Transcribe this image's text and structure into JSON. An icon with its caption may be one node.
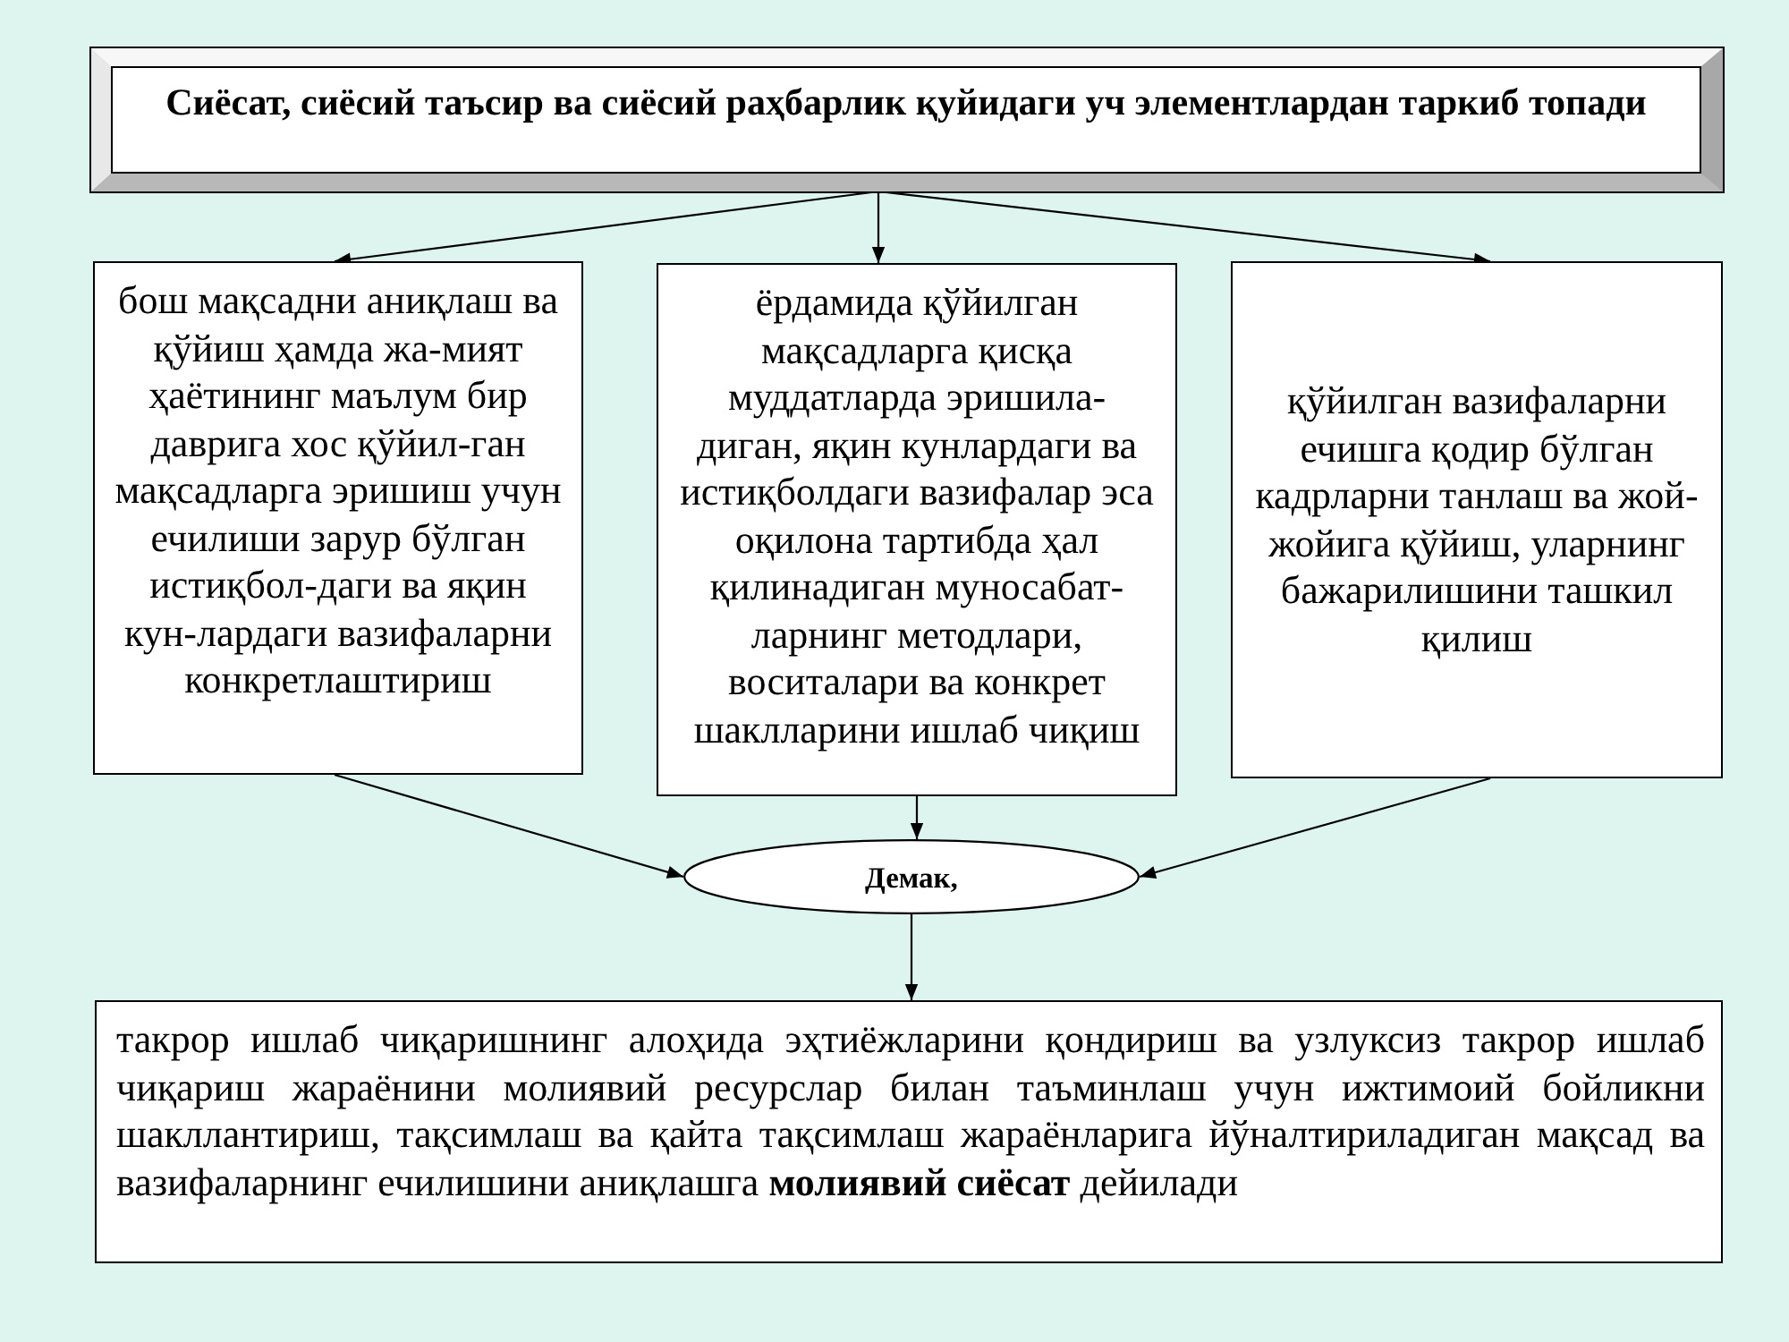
{
  "diagram": {
    "nodes": [
      {
        "text": [
          "Сиёсат, сиёсий таъсир ва сиёсий раҳбарлик қуйидаги уч элементлардан таркиб топади"
        ]
      },
      {
        "text": [
          "бош мақсадни аниқлаш ва қўйиш ҳамда жа-мият ҳаётининг маълум бир даврига хос қўйил-ган мақсадларга эришиш учун ечилиши зарур бўлган истиқбол-даги ва яқин кун-лардаги вазифаларни конкретлаштириш"
        ]
      },
      {
        "text": [
          "ёрдамида қўйилган мақсадларга қисқа муддатларда эришила- диган, яқин кунлардаги ва истиқболдаги вазифалар эса оқилона тартибда ҳал қилинадиган муносабат- ларнинг методлари, воситалари ва конкрет шаклларини ишлаб чиқиш"
        ]
      },
      {
        "text": [
          "қўйилган вазифаларни ечишга қодир бўлган кадрларни танлаш ва жой- жойига қўйиш, уларнинг бажарилишини ташкил қилиш"
        ]
      },
      {
        "text": [
          "Демак,"
        ]
      },
      {
        "text": [
          "такрор ишлаб чиқаришнинг алоҳида эҳтиёжларини қондириш ва узлуксиз такрор ишлаб чиқариш жараёнини молиявий ресурслар билан таъминлаш учун ижтимоий бойликни шакллантириш, тақсимлаш ва қайта тақсимлаш жараёнларига йўналтириладиган мақсад ва вазифаларнинг ечилишини аниқлашга **молиявий сиёсат** дейилади"
        ]
      }
    ],
    "edges": [
      {
        "from": 0,
        "to": 1,
        "arrow": "to"
      },
      {
        "from": 0,
        "to": 2,
        "arrow": "to"
      },
      {
        "from": 0,
        "to": 3,
        "arrow": "to"
      },
      {
        "from": 1,
        "to": 4,
        "arrow": "to"
      },
      {
        "from": 2,
        "to": 4,
        "arrow": "to"
      },
      {
        "from": 3,
        "to": 4,
        "arrow": "to"
      },
      {
        "from": 4,
        "to": 5,
        "arrow": "to"
      }
    ]
  }
}
